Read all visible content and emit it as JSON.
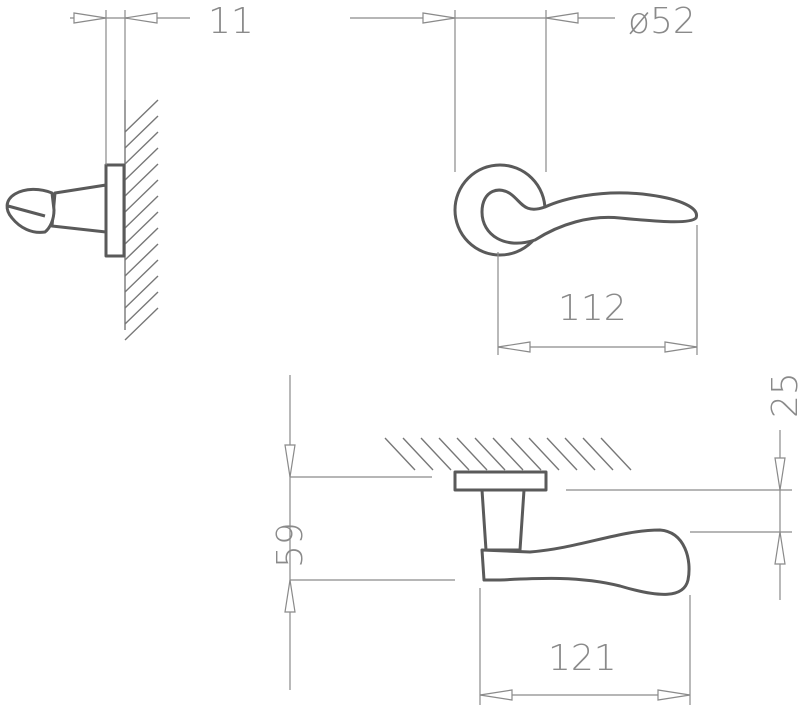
{
  "title": "Lever handle dimension drawing",
  "dimensions": {
    "rose_thickness": "11",
    "rose_diameter": "ø52",
    "lever_length_top": "112",
    "lever_height": "25",
    "projection": "59",
    "lever_length_bottom": "121"
  },
  "colors": {
    "line": "#8a8a8a",
    "part": "#5a5a5a"
  }
}
